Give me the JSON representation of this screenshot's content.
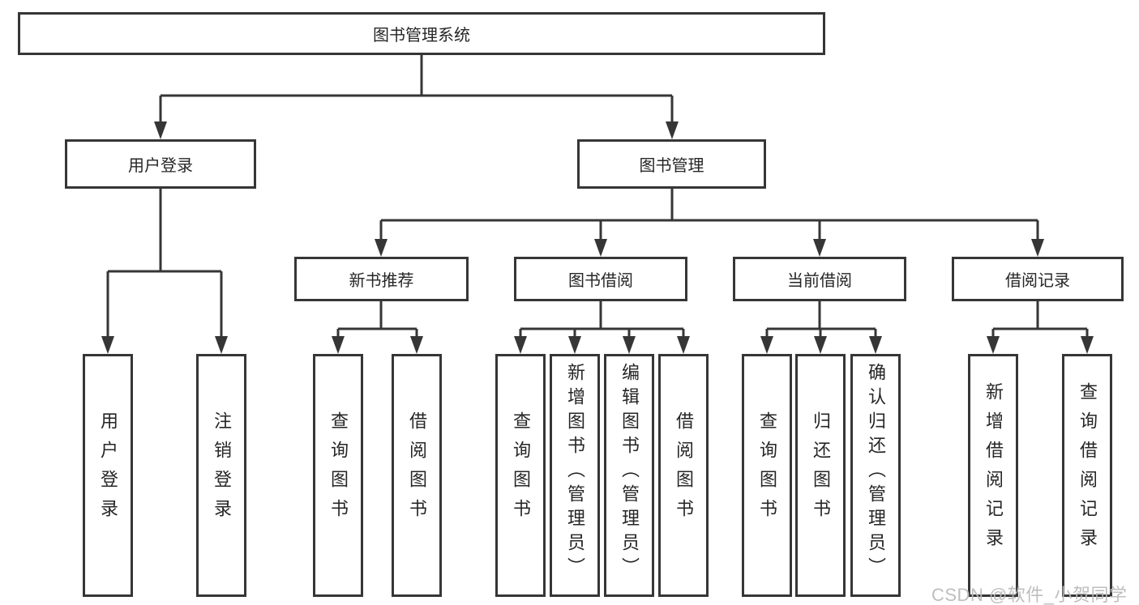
{
  "diagram": {
    "root": {
      "label": "图书管理系统"
    },
    "level2": [
      {
        "label": "用户登录"
      },
      {
        "label": "图书管理"
      }
    ],
    "level3": [
      {
        "label": "新书推荐"
      },
      {
        "label": "图书借阅"
      },
      {
        "label": "当前借阅"
      },
      {
        "label": "借阅记录"
      }
    ],
    "leaves": {
      "user_login": [
        "用户登录",
        "注销登录"
      ],
      "new_books": [
        "查询图书",
        "借阅图书"
      ],
      "book_borrow": [
        "查询图书",
        "新增图书（管理员）",
        "编辑图书（管理员）",
        "借阅图书"
      ],
      "current_borrow": [
        "查询图书",
        "归还图书",
        "确认归还（管理员）"
      ],
      "borrow_records": [
        "新增借阅记录",
        "查询借阅记录"
      ]
    }
  },
  "watermark": "CSDN @软件_小贺同学",
  "colors": {
    "line": "#363636",
    "border": "#363636",
    "text": "#262626",
    "watermark": "#bbbbbb",
    "background": "#ffffff"
  }
}
